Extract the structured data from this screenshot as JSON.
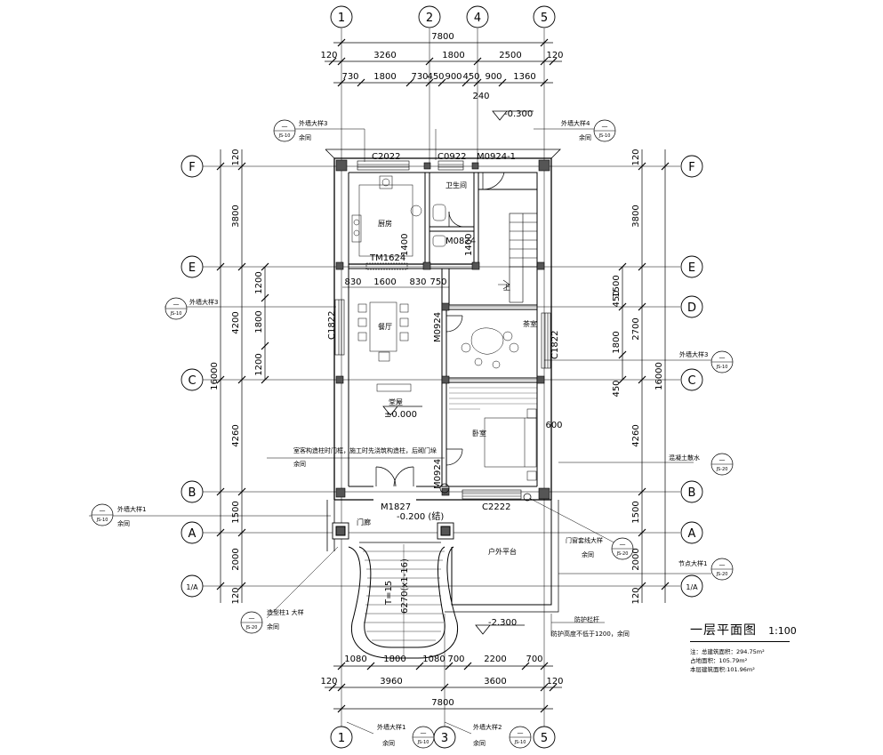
{
  "drawing": {
    "title": "一层平面图",
    "scale": "1:100",
    "notes": [
      "注：总建筑面积：294.75m²",
      "占地面积：105.79m²",
      "本层建筑面积:101.96m²"
    ]
  },
  "axes": {
    "top": [
      "1",
      "2",
      "4",
      "5"
    ],
    "bottom": [
      "1",
      "3",
      "5"
    ],
    "left": [
      "F",
      "E",
      "D",
      "C",
      "B",
      "A",
      "1/A"
    ],
    "right": [
      "F",
      "E",
      "D",
      "C",
      "B",
      "A",
      "1/A"
    ]
  },
  "dims": {
    "top_total": "7800",
    "top_mid": [
      "120",
      "3260",
      "1800",
      "2500",
      "120"
    ],
    "top_detail": [
      "730",
      "1800",
      "730",
      "450",
      "900",
      "450",
      "900",
      "1360"
    ],
    "top_extra": "240",
    "bottom_detail": [
      "1080",
      "1800",
      "1080",
      "700",
      "2200",
      "700"
    ],
    "bottom_mid": [
      "120",
      "3960",
      "3600",
      "120"
    ],
    "bottom_total": "7800",
    "left_outer": [
      "120",
      "3800",
      "4200",
      "4260",
      "1500",
      "2000",
      "120"
    ],
    "left_total": "16000",
    "left_inner": [
      "1200",
      "1800",
      "1200"
    ],
    "right_outer": [
      "120",
      "3800",
      "2700",
      "4260",
      "1500",
      "2000",
      "120"
    ],
    "right_total": "16000",
    "right_inner": [
      "1500",
      "450",
      "1800",
      "450"
    ],
    "interior": [
      "830",
      "1600",
      "830",
      "750"
    ],
    "wall_small": [
      "600"
    ]
  },
  "rooms": {
    "kitchen": "厨房",
    "bath": "卫生间",
    "dining": "餐厅",
    "living": "堂屋",
    "tea": "茶室",
    "bedroom": "卧室",
    "porch": "门廊",
    "terrace": "户外平台",
    "up": "上"
  },
  "openings": {
    "c2022": "C2022",
    "c0922": "C0922",
    "m0924_1": "M0924-1",
    "m0824": "M0824",
    "tm1624": "TM1624",
    "c1822_l": "C1822",
    "c1822_r": "C1822",
    "m0924_a": "M0924",
    "m0924_b": "M0924",
    "m1827": "M1827",
    "c2222": "C2222",
    "h1400a": "1400",
    "h1400b": "1400"
  },
  "levels": {
    "top": "-0.300",
    "living": "±0.000",
    "porch": "-0.200 (结)",
    "bottom": "-2.300"
  },
  "stair": {
    "label1": "T=15",
    "label2": "6270(x1-16)"
  },
  "callouts": {
    "wall3_top": "外墙大样3",
    "wall3_top_sub": "余同",
    "wall4_top": "外墙大样4",
    "wall4_top_sub": "余同",
    "wall3_left": "外墙大样3",
    "wall3_right": "外墙大样3",
    "wall1_left": "外墙大样1",
    "wall1_left_sub": "余同",
    "colum": "造型柱1 大样",
    "colum_sub": "余同",
    "door_trim": "门窗套线大样",
    "door_trim_sub": "余同",
    "node": "节点大样1",
    "rail1": "防护栏杆",
    "rail2": "防护高度不低于1200，余同",
    "wall1_bottom": "外墙大样1",
    "wall1_bottom_sub": "余同",
    "wall2_bottom": "外墙大样2",
    "wall2_bottom_sub": "余同",
    "concrete": "混凝土散水",
    "note_door1": "室客构造柱时门框，施工时先浇筑构造柱，后砌门垛",
    "note_door2": "余同",
    "ref_a": "JS-10",
    "ref_b": "JS-20",
    "dash": "—"
  }
}
